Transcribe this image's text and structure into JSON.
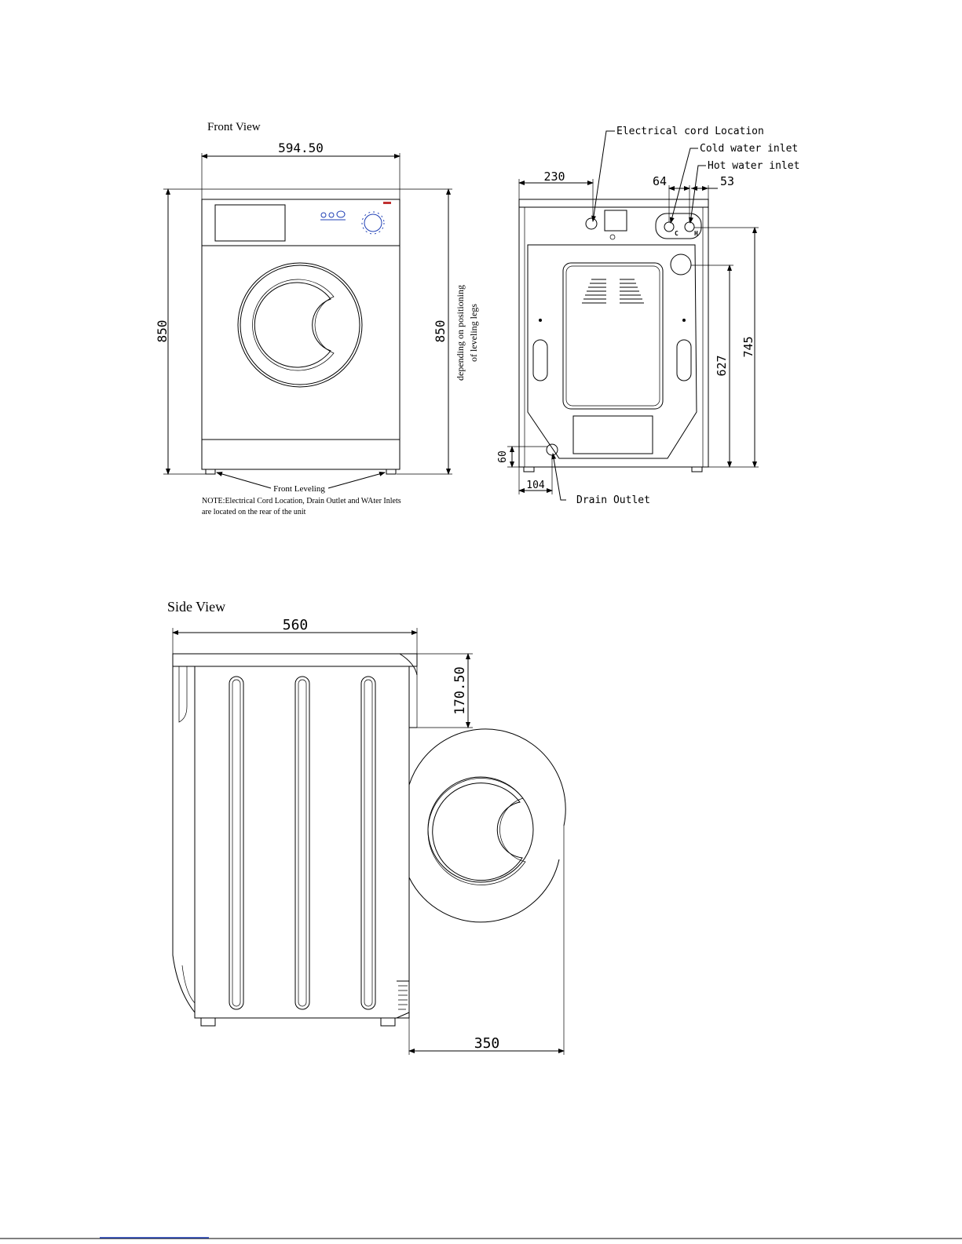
{
  "front_view": {
    "title": "Front View",
    "width_dim": "594.50",
    "height_dim_left": "850",
    "height_dim_right": "850",
    "legs_note_line1": "depending on positioning",
    "legs_note_line2": "of leveling legs",
    "leveling_label": "Front Leveling",
    "note_line1": "NOTE:Electrical Cord Location, Drain Outlet and WAter Inlets",
    "note_line2": "are located on the rear of the unit"
  },
  "rear_view": {
    "electrical_label": "Electrical cord Location",
    "cold_label": "Cold water inlet",
    "hot_label": "Hot water inlet",
    "drain_label": "Drain Outlet",
    "dim_230": "230",
    "dim_64": "64",
    "dim_53": "53",
    "dim_745": "745",
    "dim_627": "627",
    "dim_60": "60",
    "dim_104": "104",
    "cold_mark": "C",
    "hot_mark": "H"
  },
  "side_view": {
    "title": "Side View",
    "depth_dim": "560",
    "door_dim": "170.50",
    "door_swing_dim": "350"
  },
  "colors": {
    "line": "#000000",
    "control_blue": "#1f3fb5",
    "footer_link": "#1f3fb5"
  }
}
